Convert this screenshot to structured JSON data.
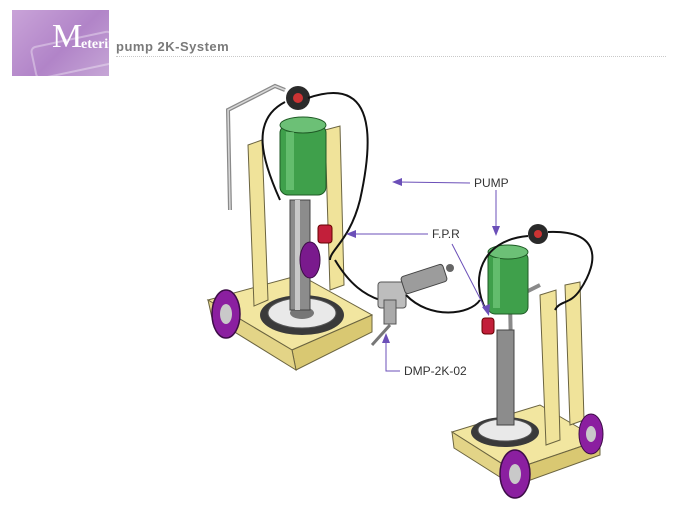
{
  "header": {
    "big_letter": "M",
    "title_small": "etering",
    "subtitle": "pump 2K-System"
  },
  "callouts": {
    "pump": "PUMP",
    "fpr": "F.P.R",
    "dmp": "DMP-2K-02"
  },
  "colors": {
    "header_bg": "#b98dcc",
    "cart_yellow": "#f0e39a",
    "pump_green": "#3fa04b",
    "wheel_purple": "#8b1fa0",
    "arrow_purple": "#6b4fb8",
    "hose": "#111111"
  }
}
